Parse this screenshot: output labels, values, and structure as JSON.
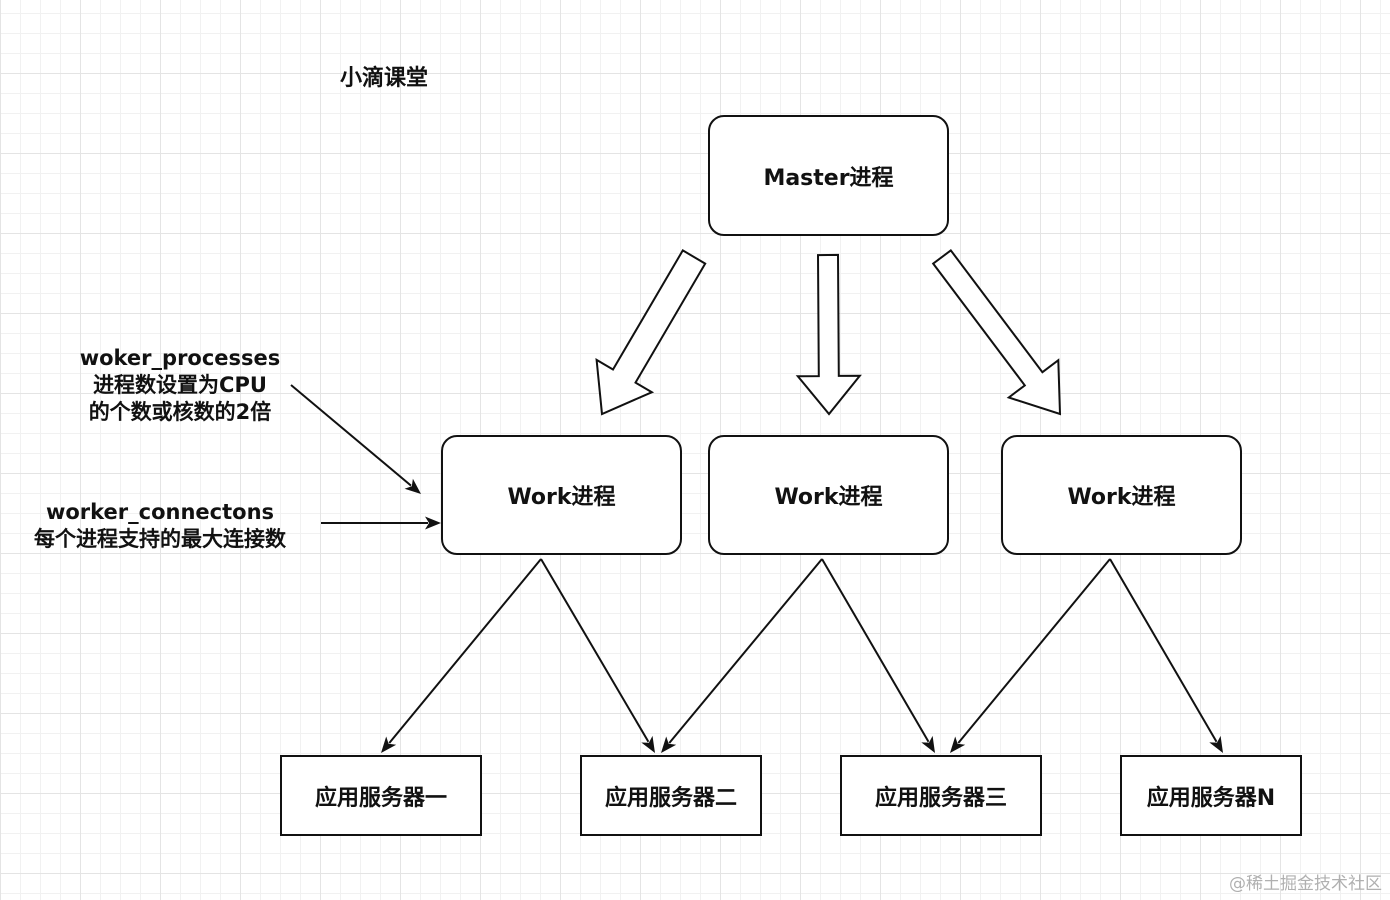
{
  "title": "小滴课堂",
  "master": {
    "label": "Master进程"
  },
  "workers": [
    {
      "label": "Work进程"
    },
    {
      "label": "Work进程"
    },
    {
      "label": "Work进程"
    }
  ],
  "servers": [
    {
      "label": "应用服务器一"
    },
    {
      "label": "应用服务器二"
    },
    {
      "label": "应用服务器三"
    },
    {
      "label": "应用服务器N"
    }
  ],
  "annotations": {
    "processes": {
      "line1": "woker_processes",
      "line2": "进程数设置为CPU",
      "line3": "的个数或核数的2倍"
    },
    "connections": {
      "line1": "worker_connectons",
      "line2": "每个进程支持的最大连接数"
    }
  },
  "edges": [
    {
      "from": "master",
      "to": "worker-1",
      "style": "hollow-arrow"
    },
    {
      "from": "master",
      "to": "worker-2",
      "style": "hollow-arrow"
    },
    {
      "from": "master",
      "to": "worker-3",
      "style": "hollow-arrow"
    },
    {
      "from": "worker-1",
      "to": "server-1",
      "style": "arrow"
    },
    {
      "from": "worker-1",
      "to": "server-2",
      "style": "arrow"
    },
    {
      "from": "worker-2",
      "to": "server-2",
      "style": "arrow"
    },
    {
      "from": "worker-2",
      "to": "server-3",
      "style": "arrow"
    },
    {
      "from": "worker-3",
      "to": "server-3",
      "style": "arrow"
    },
    {
      "from": "worker-3",
      "to": "server-4",
      "style": "arrow"
    }
  ],
  "watermark": "@稀土掘金技术社区",
  "colors": {
    "stroke": "#111111",
    "background": "#ffffff",
    "grid": "#e4e4e4",
    "watermark": "#b0b0b0"
  }
}
